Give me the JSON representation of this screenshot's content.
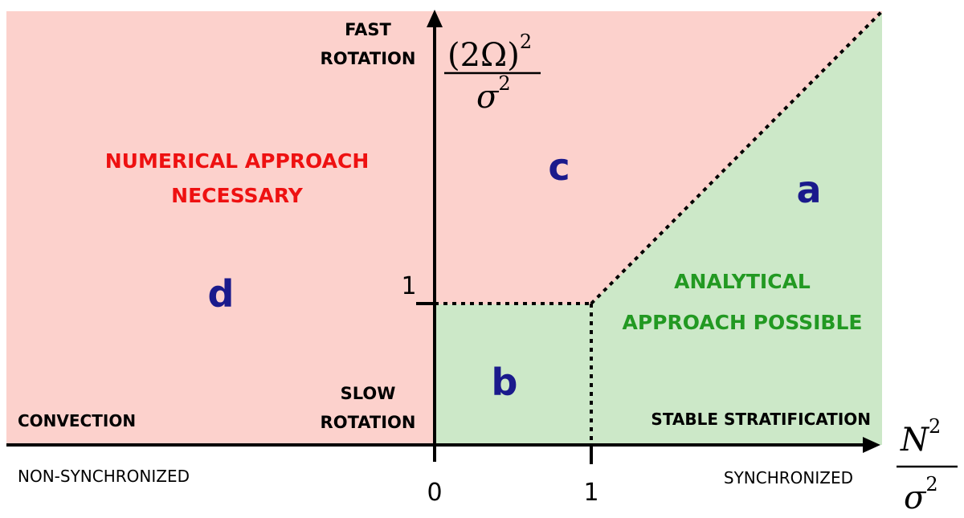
{
  "colors": {
    "red_region": "#fcd1cc",
    "green_region": "#cce8c8",
    "axis": "#000000",
    "region_letter": "#1a1a8c",
    "numerical_text": "#ee1111",
    "analytical_text": "#229922"
  },
  "regions": {
    "a": "a",
    "b": "b",
    "c": "c",
    "d": "d"
  },
  "labels": {
    "numerical_line1": "NUMERICAL APPROACH",
    "numerical_line2": "NECESSARY",
    "analytical_line1": "ANALYTICAL",
    "analytical_line2": "APPROACH POSSIBLE",
    "fast_line1": "FAST",
    "fast_line2": "ROTATION",
    "slow_line1": "SLOW",
    "slow_line2": "ROTATION",
    "convection": "CONVECTION",
    "stable": "STABLE STRATIFICATION",
    "non_sync": "NON-SYNCHRONIZED",
    "sync": "SYNCHRONIZED"
  },
  "axes": {
    "y_label_numerator": "(2Ω)",
    "y_label_exponent": "2",
    "y_label_denominator": "σ",
    "y_label_denominator_exponent": "2",
    "x_label_numerator": "N",
    "x_label_exponent": "2",
    "x_label_denominator": "σ",
    "x_label_denominator_exponent": "2",
    "x_tick_0": "0",
    "x_tick_1": "1",
    "y_tick_1": "1"
  }
}
